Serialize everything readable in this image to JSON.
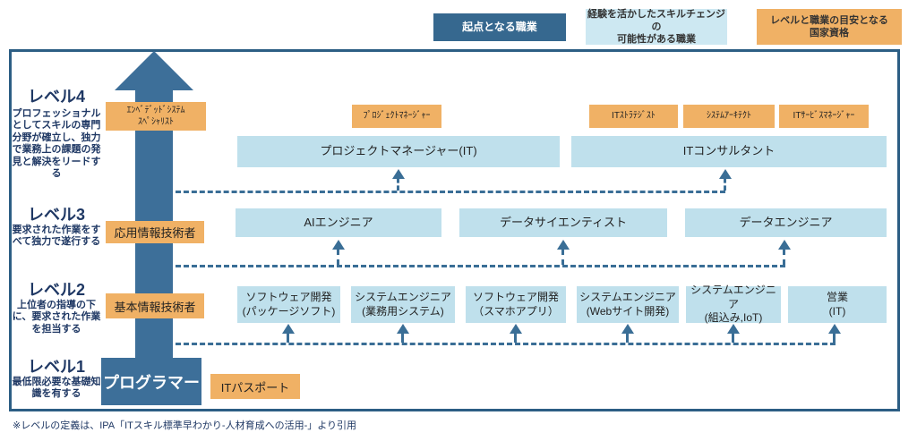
{
  "legend": {
    "origin": "起点となる職業",
    "skill_change": {
      "line1": "経験を活かしたスキルチェンジの",
      "line2": "可能性がある職業"
    },
    "national_cert": {
      "line1": "レベルと職業の目安となる",
      "line2": "国家資格"
    }
  },
  "levels": {
    "level4": {
      "title": "レベル4",
      "desc": "プロフェッショナルとしてスキルの専門分野が確立し、独力で業務上の課題の発見と解決をリードする"
    },
    "level3": {
      "title": "レベル3",
      "desc": "要求された作業をすべて独力で遂行する"
    },
    "level2": {
      "title": "レベル2",
      "desc": "上位者の指導の下に、要求された作業を担当する"
    },
    "level1": {
      "title": "レベル1",
      "desc": "最低限必要な基礎知識を有する"
    }
  },
  "certifications": {
    "embedded_system_specialist": {
      "line1": "ｴﾝﾍﾞﾃﾞｯﾄﾞｼｽﾃﾑ",
      "line2": "ｽﾍﾟｼｬﾘｽﾄ"
    },
    "project_manager": "ﾌﾟﾛｼﾞｪｸﾄﾏﾈｰｼﾞｬｰ",
    "it_strategist": "ITｽﾄﾗﾃｼﾞｽﾄ",
    "system_architect": "ｼｽﾃﾑｱｰｷﾃｸﾄ",
    "it_service_manager": "ITｻｰﾋﾞｽﾏﾈｰｼﾞｬｰ",
    "applied_info_engineer": "応用情報技術者",
    "fundamental_info_engineer": "基本情報技術者",
    "it_passport": "ITパスポート"
  },
  "jobs": {
    "level4": [
      {
        "label": "プロジェクトマネージャー(IT)"
      },
      {
        "label": "ITコンサルタント"
      }
    ],
    "level3": [
      {
        "label": "AIエンジニア"
      },
      {
        "label": "データサイエンティスト"
      },
      {
        "label": "データエンジニア"
      }
    ],
    "level2": [
      {
        "line1": "ソフトウェア開発",
        "line2": "(パッケージソフト)"
      },
      {
        "line1": "システムエンジニア",
        "line2": "(業務用システム)"
      },
      {
        "line1": "ソフトウェア開発",
        "line2": "（スマホアプリ）"
      },
      {
        "line1": "システムエンジニア",
        "line2": "(Webサイト開発)"
      },
      {
        "line1": "システムエンジニア",
        "line2": "(組込み,IoT)"
      },
      {
        "line1": "営業",
        "line2": "(IT)"
      }
    ],
    "level1": {
      "label": "プログラマー"
    }
  },
  "footer": {
    "note": "※レベルの定義は、IPA「ITスキル標準早わかり-人材育成への活用-」より引用"
  },
  "colors": {
    "accent_blue": "#3D6F99",
    "border_blue": "#2C5E84",
    "light_blue_box": "#BFE0EC",
    "light_blue_legend": "#CDE8F2",
    "orange_box": "#F0B165",
    "navy_text": "#1F3864"
  }
}
